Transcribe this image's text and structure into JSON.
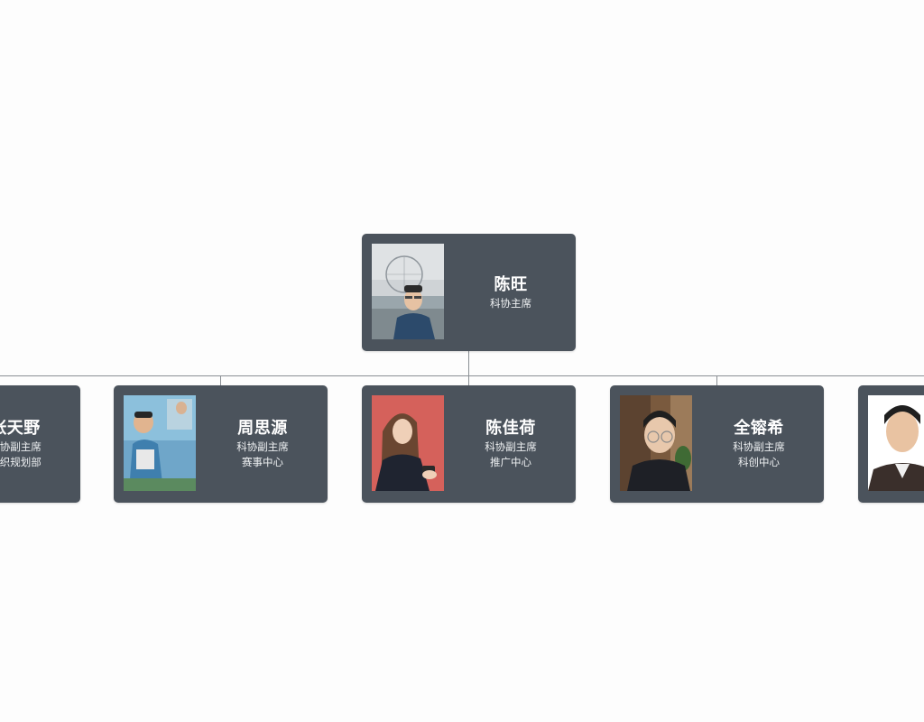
{
  "root": {
    "name": "陈旺",
    "title": "科协主席"
  },
  "members": [
    {
      "name": "张天野",
      "title": "科协副主席",
      "dept": "组织规划部"
    },
    {
      "name": "周思源",
      "title": "科协副主席",
      "dept": "赛事中心"
    },
    {
      "name": "陈佳荷",
      "title": "科协副主席",
      "dept": "推广中心"
    },
    {
      "name": "全镕希",
      "title": "科协副主席",
      "dept": "科创中心"
    }
  ],
  "colors": {
    "card_bg": "#4b535c",
    "connector": "#8a8f94",
    "page_bg": "#fdfdfd"
  },
  "icons": [
    "avatar-photo"
  ]
}
